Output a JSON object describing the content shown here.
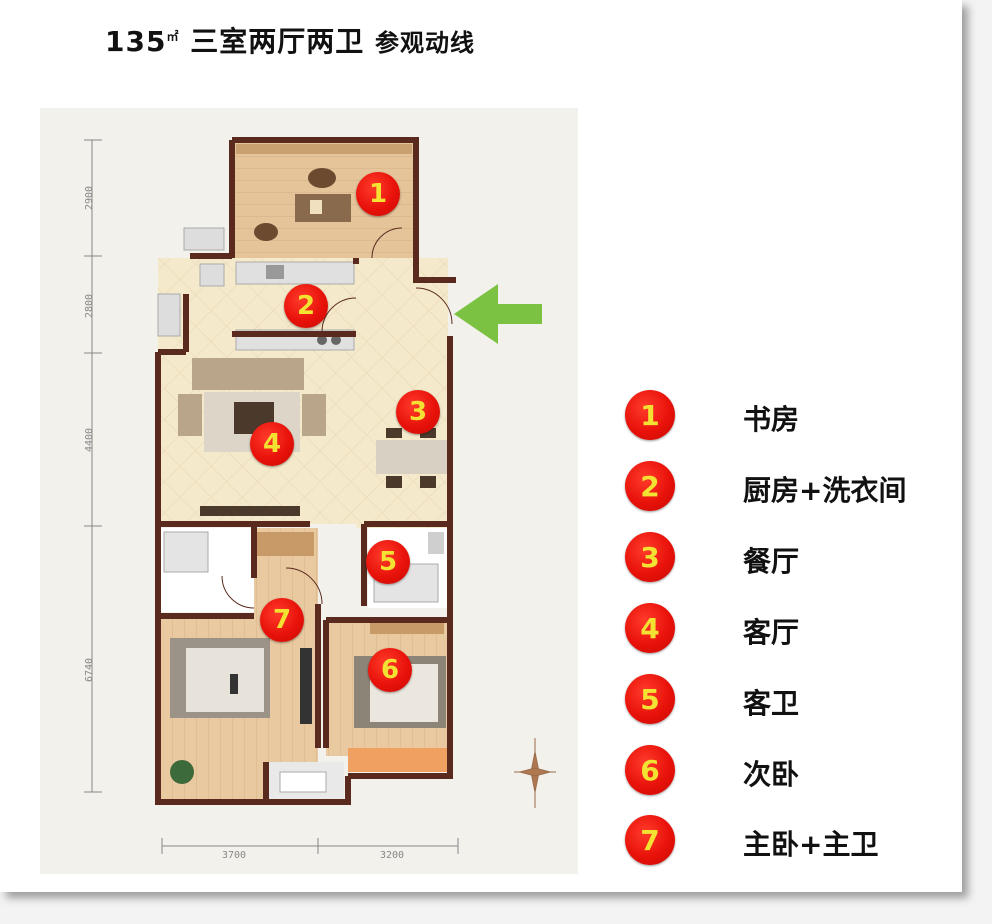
{
  "title": {
    "area_number": "135",
    "area_unit": "㎡",
    "layout": "三室两厅两卫",
    "subtitle": "参观动线"
  },
  "colors": {
    "marker_fill": "#e8120a",
    "marker_text": "#f4e233",
    "entry_arrow": "#7cc242",
    "wall": "#5a2a1e",
    "floor_wood": "#e8c8a0",
    "floor_tile": "#f3e7c8"
  },
  "plan": {
    "markers": [
      {
        "num": "1",
        "room": "书房"
      },
      {
        "num": "2",
        "room": "厨房+洗衣间"
      },
      {
        "num": "3",
        "room": "餐厅"
      },
      {
        "num": "4",
        "room": "客厅"
      },
      {
        "num": "5",
        "room": "客卫"
      },
      {
        "num": "6",
        "room": "次卧"
      },
      {
        "num": "7",
        "room": "主卧+主卫"
      }
    ],
    "dimensions": {
      "left": [
        "2900",
        "2800",
        "4400",
        "6740"
      ],
      "bottom": [
        "3700",
        "3200"
      ]
    },
    "entry_arrow_icon": "arrow-left-icon",
    "compass_icon": "compass-icon"
  },
  "legend": [
    {
      "num": "1",
      "label": "书房"
    },
    {
      "num": "2",
      "label": "厨房+洗衣间"
    },
    {
      "num": "3",
      "label": "餐厅"
    },
    {
      "num": "4",
      "label": "客厅"
    },
    {
      "num": "5",
      "label": "客卫"
    },
    {
      "num": "6",
      "label": "次卧"
    },
    {
      "num": "7",
      "label": "主卧+主卫"
    }
  ]
}
